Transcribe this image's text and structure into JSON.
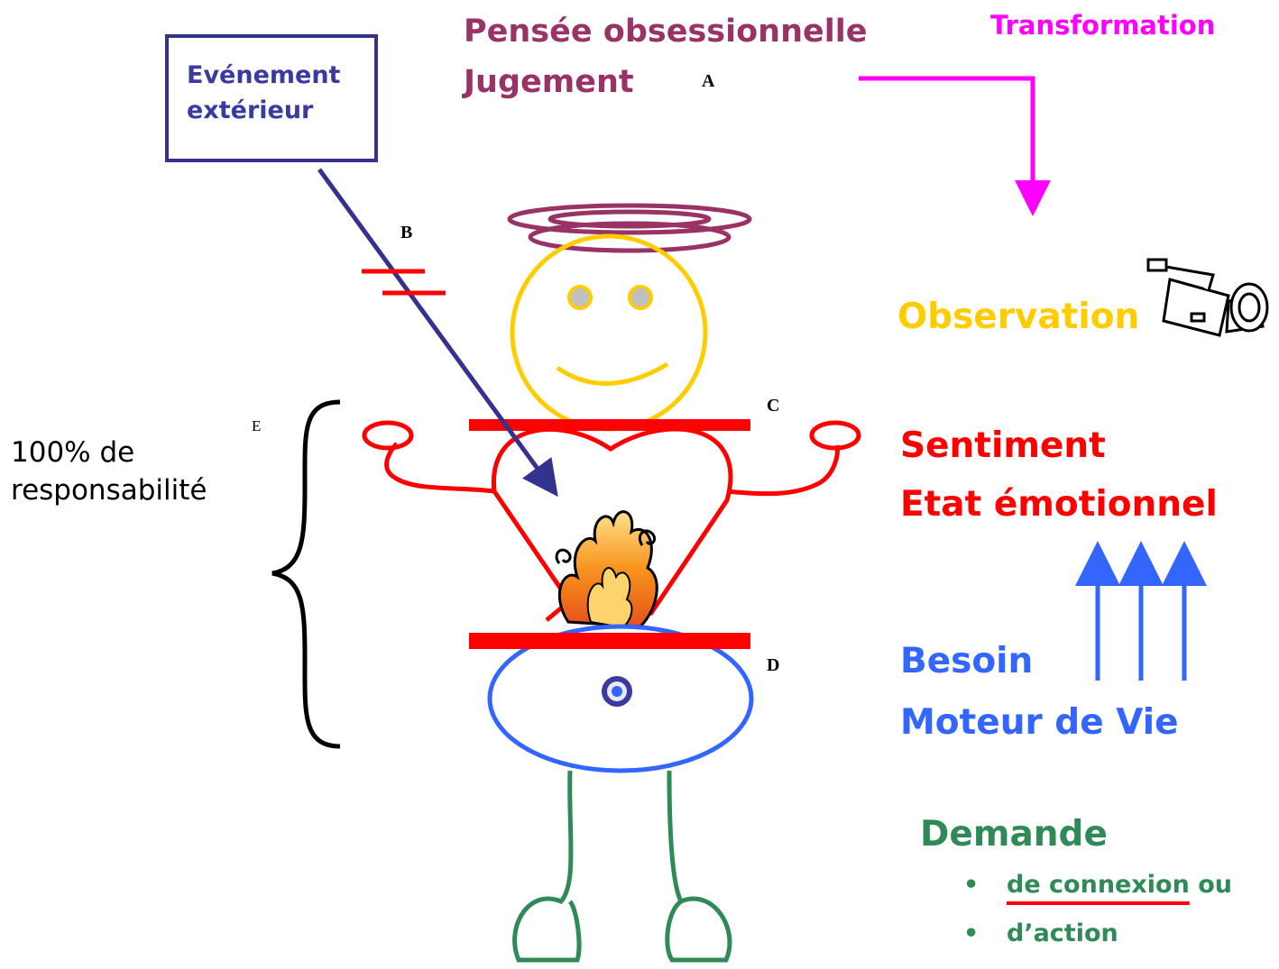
{
  "labels": {
    "event": [
      "Evénement",
      "extérieur"
    ],
    "thought": [
      "Pensée obsessionnelle",
      "Jugement"
    ],
    "transformation": "Transformation",
    "observation": "Observation",
    "feeling": [
      "Sentiment",
      "Etat émotionnel"
    ],
    "need": [
      "Besoin",
      "Moteur de Vie"
    ],
    "request": "Demande",
    "request_items": [
      {
        "underlined": "de connexion",
        "rest": " ou"
      },
      {
        "underlined": "",
        "rest": "d’action"
      }
    ],
    "responsibility": [
      "100% de",
      "responsabilité"
    ],
    "letters": {
      "a": "A",
      "b": "B",
      "c": "C",
      "d": "D",
      "e": "E"
    }
  },
  "colors": {
    "event": "#3a3aa0",
    "thought": "#993366",
    "transformation": "#ff00ff",
    "observation": "#ffcc00",
    "feeling": "#ff0000",
    "need": "#3366ff",
    "request": "#2e8b57",
    "text": "#000000"
  },
  "icons": [
    "camera-icon",
    "fire-icon",
    "spiral-icon",
    "halo-icon",
    "heart-icon"
  ]
}
